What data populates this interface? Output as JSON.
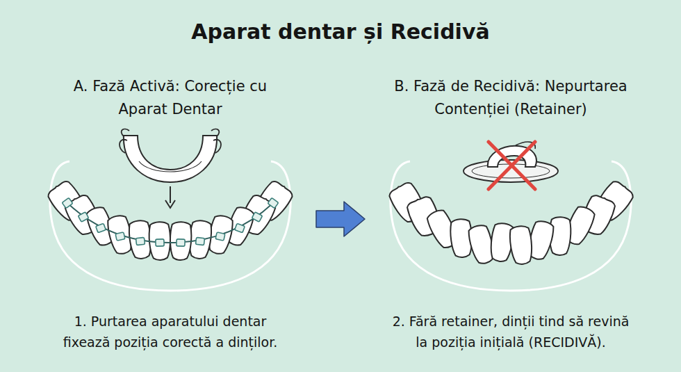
{
  "diagram": {
    "title": "Aparat dentar și Recidivă",
    "nodes": [
      {
        "text": [
          "A. Fază Activă: Corecție cu Aparat Dentar",
          "1. Purtarea aparatului dentar fixează poziția corectă a dinților."
        ]
      },
      {
        "text": [
          "B. Fază de Recidivă: Nepurtarea Contenției (Retainer)",
          "2. Fără retainer, dinții tind să revină la poziția inițială (RECIDIVĂ)."
        ]
      }
    ],
    "edges": [
      {
        "from": 0,
        "to": 1,
        "arrow": "to"
      }
    ]
  }
}
